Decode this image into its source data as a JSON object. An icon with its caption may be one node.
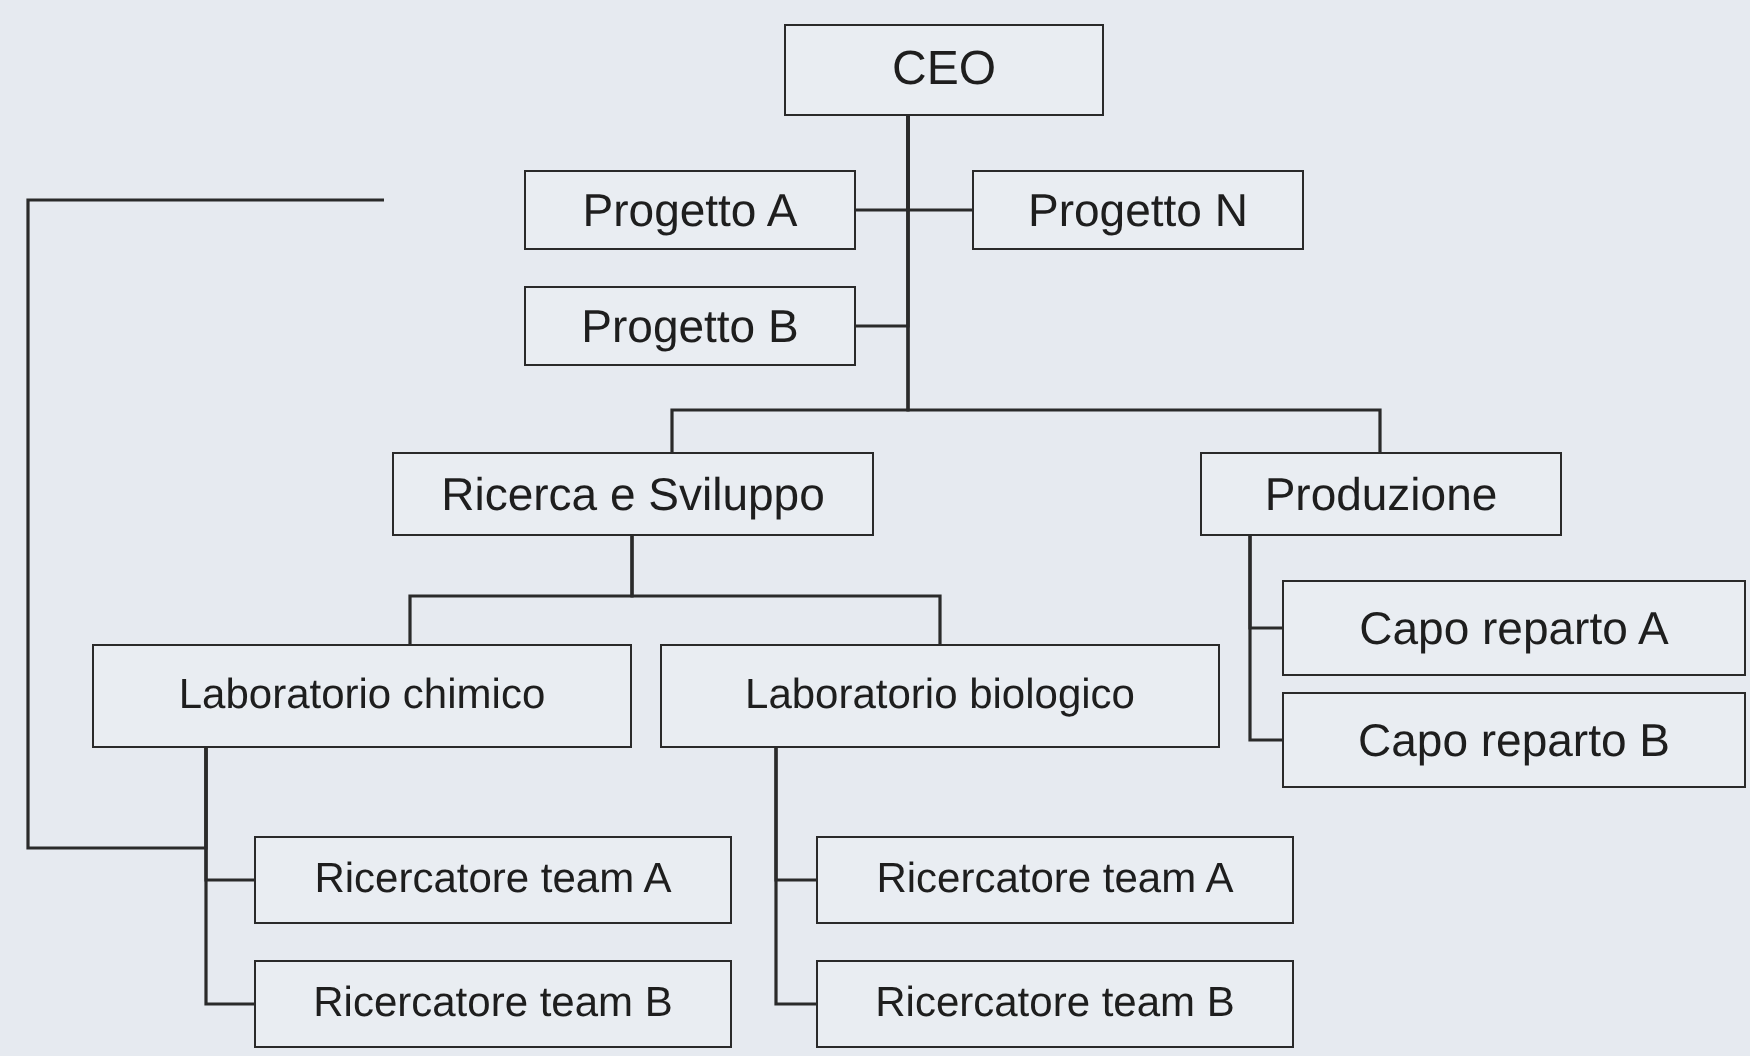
{
  "diagram": {
    "nodes": [
      {
        "text": [
          "CEO"
        ]
      },
      {
        "text": [
          "Progetto A"
        ]
      },
      {
        "text": [
          "Progetto N"
        ]
      },
      {
        "text": [
          "Progetto B"
        ]
      },
      {
        "text": [
          "Ricerca e Sviluppo"
        ]
      },
      {
        "text": [
          "Produzione"
        ]
      },
      {
        "text": [
          "Laboratorio chimico"
        ]
      },
      {
        "text": [
          "Laboratorio biologico"
        ]
      },
      {
        "text": [
          "Capo reparto A"
        ]
      },
      {
        "text": [
          "Capo reparto B"
        ]
      },
      {
        "text": [
          "Ricercatore team A"
        ]
      },
      {
        "text": [
          "Ricercatore team B"
        ]
      },
      {
        "text": [
          "Ricercatore team A"
        ]
      },
      {
        "text": [
          "Ricercatore team B"
        ]
      }
    ],
    "edges": [
      {
        "from": 0,
        "to": 1,
        "arrow": "none"
      },
      {
        "from": 0,
        "to": 2,
        "arrow": "none"
      },
      {
        "from": 0,
        "to": 3,
        "arrow": "none"
      },
      {
        "from": 0,
        "to": 4,
        "arrow": "none"
      },
      {
        "from": 0,
        "to": 5,
        "arrow": "none"
      },
      {
        "from": 4,
        "to": 6,
        "arrow": "none"
      },
      {
        "from": 4,
        "to": 7,
        "arrow": "none"
      },
      {
        "from": 5,
        "to": 8,
        "arrow": "none"
      },
      {
        "from": 5,
        "to": 9,
        "arrow": "none"
      },
      {
        "from": 6,
        "to": 10,
        "arrow": "none"
      },
      {
        "from": 6,
        "to": 11,
        "arrow": "none"
      },
      {
        "from": 7,
        "to": 12,
        "arrow": "none"
      },
      {
        "from": 7,
        "to": 13,
        "arrow": "none"
      },
      {
        "from": 6,
        "to": null,
        "arrow": "none"
      }
    ]
  }
}
